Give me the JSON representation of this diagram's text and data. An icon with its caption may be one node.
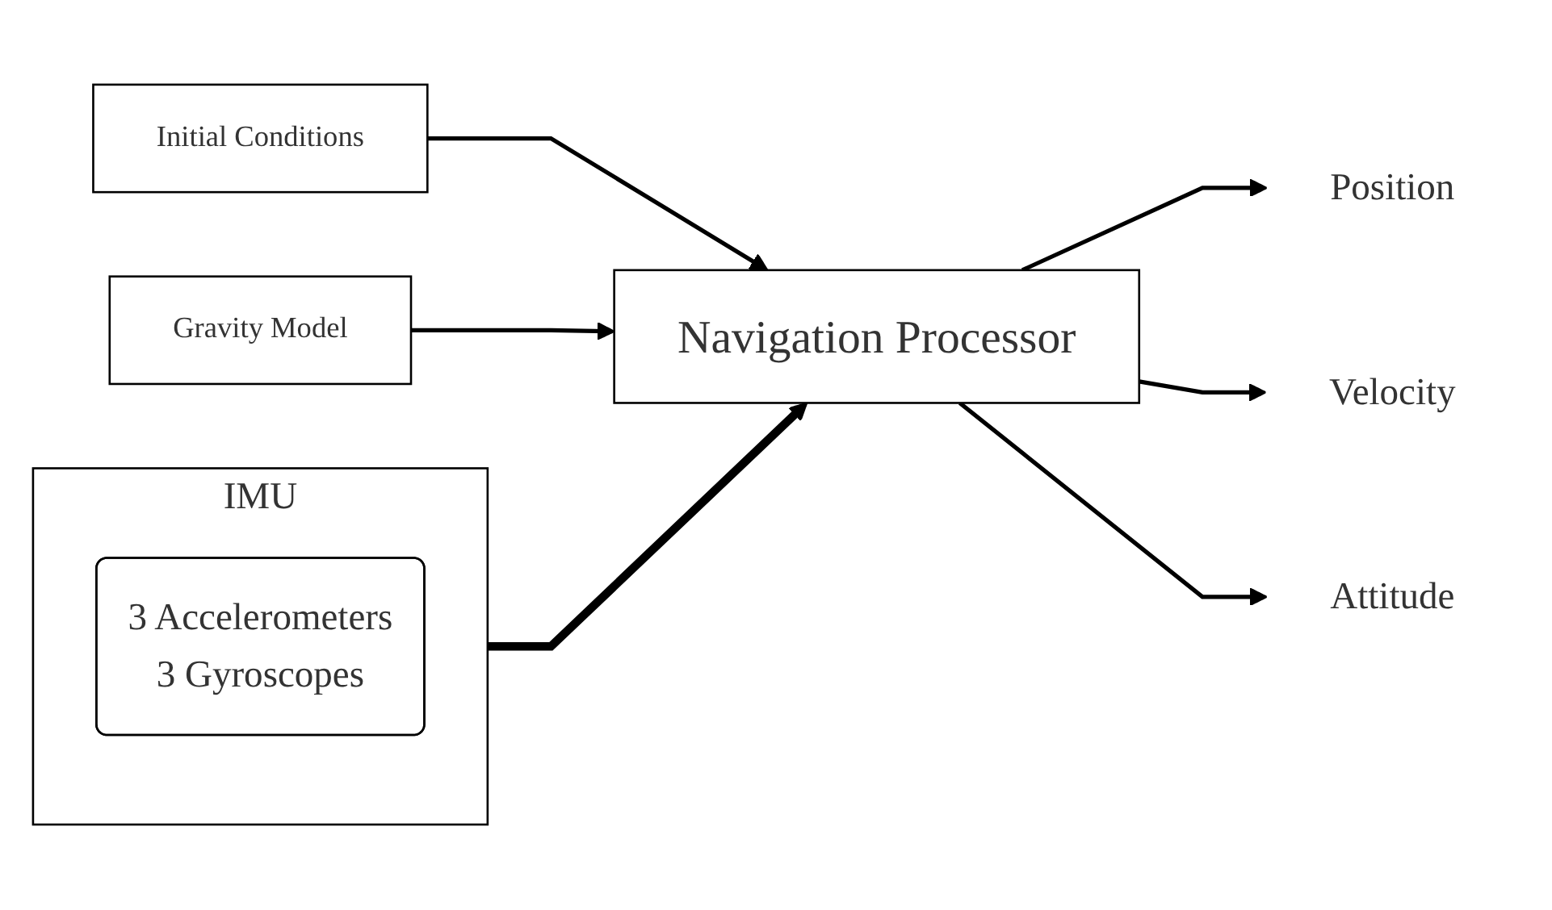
{
  "diagram": {
    "nodes": [
      {
        "text": [
          "IMU"
        ]
      },
      {
        "text": [
          "3 Accelerometers",
          "3 Gyroscopes"
        ],
        "in": 0
      },
      {
        "text": [
          "Navigation Processor"
        ]
      },
      {
        "text": [
          "Initial Conditions"
        ]
      },
      {
        "text": [
          "Gravity Model"
        ]
      },
      {
        "text": [
          "Position"
        ]
      },
      {
        "text": [
          "Velocity"
        ]
      },
      {
        "text": [
          "Attitude"
        ]
      }
    ],
    "edges": [
      {
        "from": 0,
        "to": 2,
        "arrow": "to",
        "style": "thick"
      },
      {
        "from": 3,
        "to": 2,
        "arrow": "to"
      },
      {
        "from": 4,
        "to": 2,
        "arrow": "to"
      },
      {
        "from": 2,
        "to": 5,
        "arrow": "to"
      },
      {
        "from": 2,
        "to": 6,
        "arrow": "to"
      },
      {
        "from": 2,
        "to": 7,
        "arrow": "to"
      }
    ]
  }
}
